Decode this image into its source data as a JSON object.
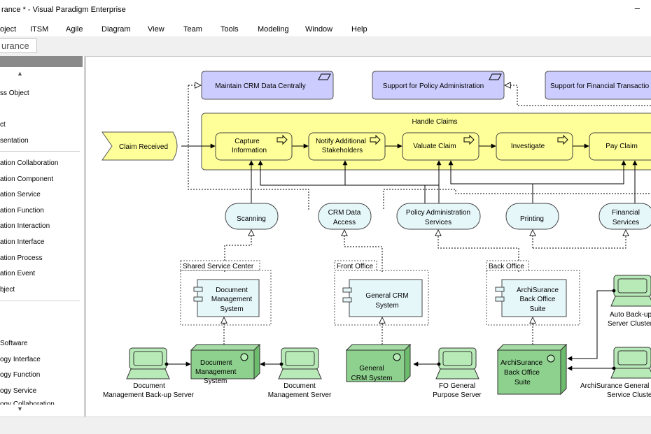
{
  "window": {
    "title": "rance * - Visual Paradigm Enterprise",
    "minimize": "–"
  },
  "menu": [
    "oject",
    "ITSM",
    "Agile",
    "Diagram",
    "View",
    "Team",
    "Tools",
    "Modeling",
    "Window",
    "Help"
  ],
  "breadcrumb": "urance",
  "palette": {
    "items": [
      "ss Object",
      "ct",
      "sentation",
      "ation Collaboration",
      "ation Component",
      "ation Service",
      "ation Function",
      "ation Interaction",
      "ation Interface",
      "ation Process",
      "ation Event",
      "bject",
      "Software",
      "ogy Interface",
      "ogy Function",
      "ogy Service",
      "ogy Collaboration"
    ]
  },
  "diagram": {
    "goals": [
      "Maintain CRM Data Centrally",
      "Support for Policy Administration",
      "Support for Financial Transactio"
    ],
    "event": "Claim Received",
    "process_group": "Handle Claims",
    "processes": [
      [
        "Capture",
        "Information"
      ],
      [
        "Notify Additional",
        "Stakeholders"
      ],
      [
        "Valuate Claim"
      ],
      [
        "Investigate"
      ],
      [
        "Pay Claim"
      ]
    ],
    "app_services": [
      [
        "Scanning"
      ],
      [
        "CRM Data",
        "Access"
      ],
      [
        "Policy Administration",
        "Services"
      ],
      [
        "Printing"
      ],
      [
        "Financial",
        "Services"
      ]
    ],
    "groups": [
      "Shared Service Center",
      "Front Office",
      "Back Office"
    ],
    "components": [
      [
        "Document",
        "Management",
        "System"
      ],
      [
        "General CRM",
        "System"
      ],
      [
        "ArchiSurance",
        "Back Office",
        "Suite"
      ]
    ],
    "nodes": [
      [
        "Document",
        "Management",
        "System"
      ],
      [
        "General",
        "CRM System"
      ],
      [
        "ArchiSurance",
        "Back Office",
        "Suite"
      ]
    ],
    "devices": [
      [
        "Document",
        "Management Back-up Server"
      ],
      [
        "Document",
        "Management Server"
      ],
      [
        "FO General",
        "Purpose Server"
      ],
      [
        "Auto Back-up",
        "Server Cluster"
      ],
      [
        "ArchiSurance General",
        "Service Cluster"
      ]
    ]
  },
  "colors": {
    "goal": "#ccccff",
    "business": "#ffff99",
    "application": "#e6f7fa",
    "technology": "#b8eab8",
    "node": "#8ed18e"
  }
}
